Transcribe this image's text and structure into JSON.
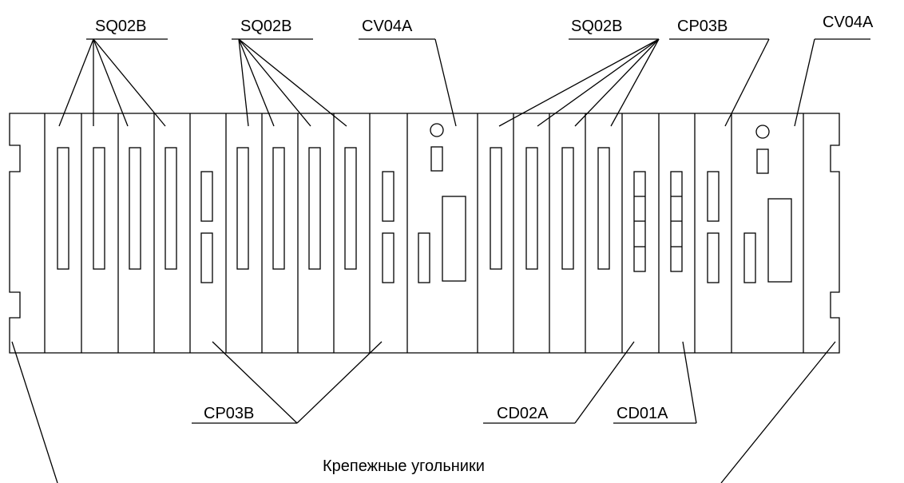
{
  "labels": {
    "sq02b_1": "SQ02B",
    "sq02b_2": "SQ02B",
    "cv04a_1": "CV04A",
    "sq02b_3": "SQ02B",
    "cp03b_top": "CP03B",
    "cv04a_2": "CV04A",
    "cp03b_bottom": "CP03B",
    "cd02a": "CD02A",
    "cd01a": "CD01A",
    "brackets": "Крепежные угольники"
  },
  "colors": {
    "line": "#000000",
    "background": "#ffffff"
  }
}
